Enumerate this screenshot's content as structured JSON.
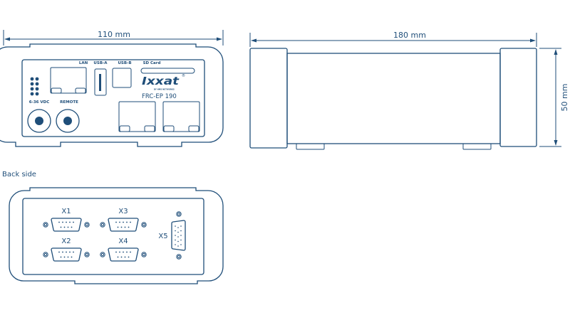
{
  "dimensions": {
    "width_front": "110 mm",
    "length_side": "180 mm",
    "height_side": "50 mm"
  },
  "front": {
    "port_labels": {
      "lan": "LAN",
      "usb_a": "USB-A",
      "usb_b": "USB-B",
      "sd_card": "SD Card",
      "power": "6-36 VDC",
      "remote": "REMOTE"
    },
    "brand": "Ixxat",
    "brand_sub": "BY HMS NETWORKS",
    "registered": "®",
    "model": "FRC-EP 190"
  },
  "back": {
    "title": "Back side",
    "connectors": [
      "X1",
      "X2",
      "X3",
      "X4",
      "X5"
    ]
  },
  "colors": {
    "line": "#1f4e79"
  }
}
